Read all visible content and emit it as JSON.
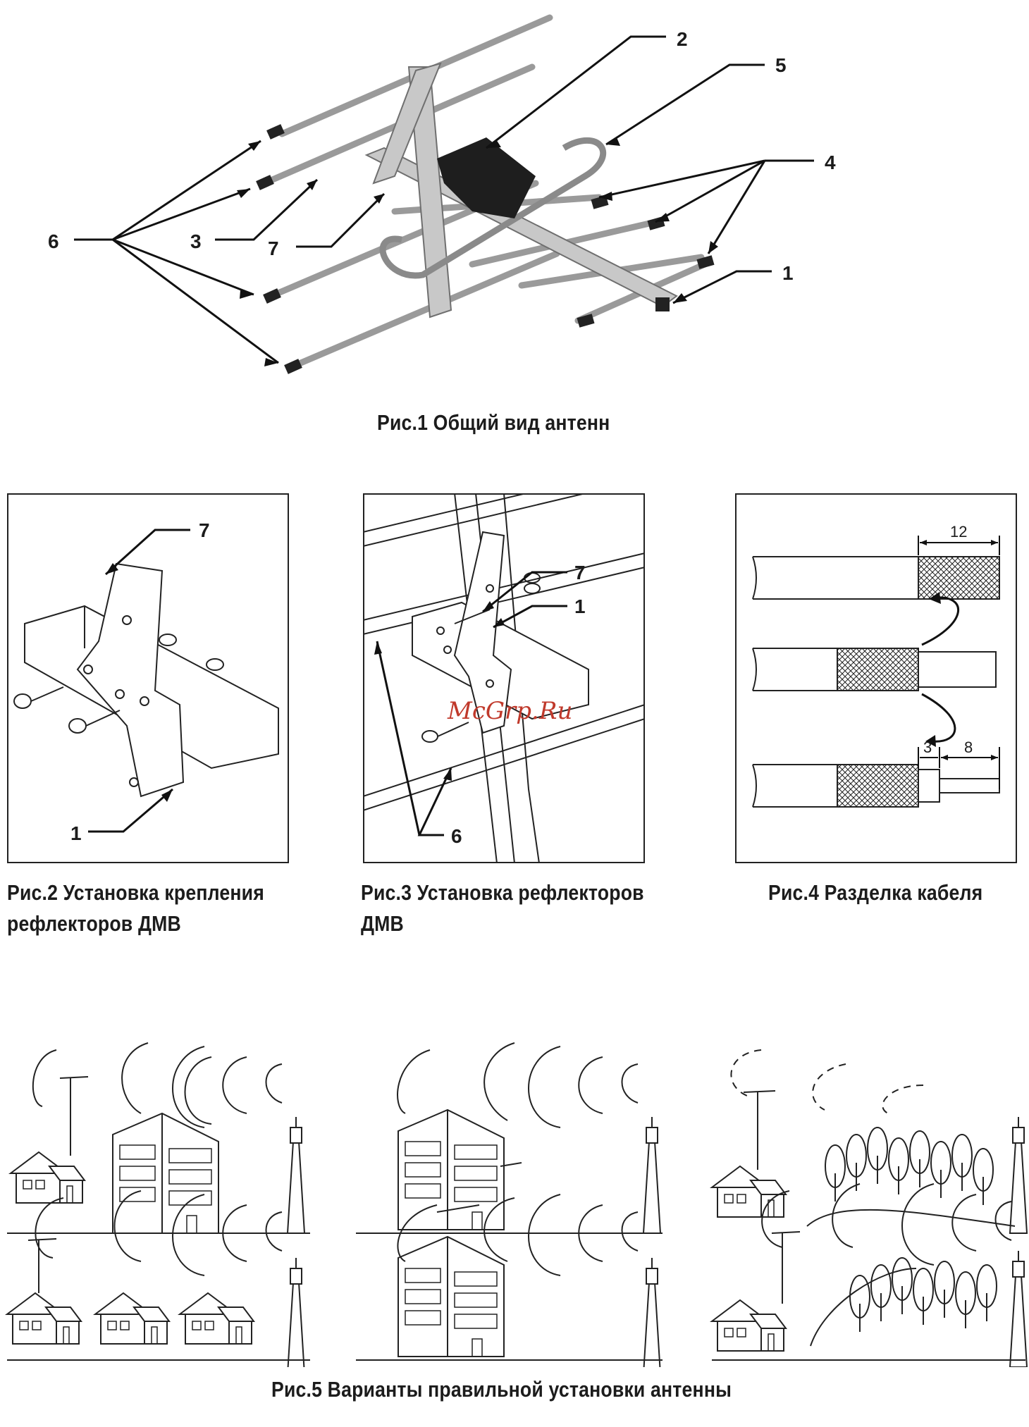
{
  "figures": {
    "fig1": {
      "caption": "Рис.1 Общий вид антенн",
      "callouts": [
        "1",
        "2",
        "3",
        "4",
        "5",
        "6",
        "7"
      ]
    },
    "fig2": {
      "caption_line1": "Рис.2 Установка крепления",
      "caption_line2": "рефлекторов ДМВ",
      "callouts": [
        "7",
        "1"
      ]
    },
    "fig3": {
      "caption_line1": "Рис.3 Установка рефлекторов",
      "caption_line2": "ДМВ",
      "callouts": [
        "7",
        "1",
        "6"
      ],
      "watermark": "McGrp.Ru"
    },
    "fig4": {
      "caption": "Рис.4 Разделка кабеля",
      "dims": [
        "12",
        "3",
        "8"
      ]
    },
    "fig5": {
      "caption": "Рис.5 Варианты правильной установки антенны"
    }
  }
}
